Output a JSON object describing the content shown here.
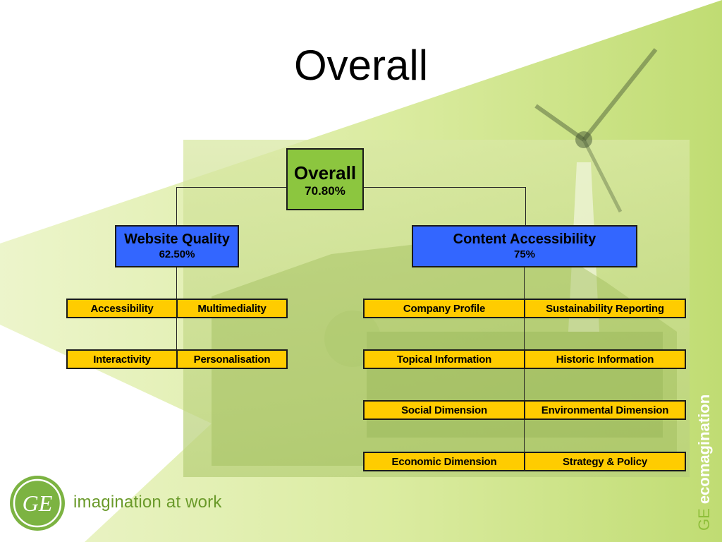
{
  "title": "Overall",
  "root": {
    "label": "Overall",
    "value": "70.80%"
  },
  "branches": [
    {
      "label": "Website Quality",
      "value": "62.50%",
      "items": [
        "Accessibility",
        "Multimediality",
        "Interactivity",
        "Personalisation"
      ]
    },
    {
      "label": "Content Accessibility",
      "value": "75%",
      "items": [
        "Company Profile",
        "Sustainability Reporting",
        "Topical Information",
        "Historic Information",
        "Social Dimension",
        "Environmental Dimension",
        "Economic Dimension",
        "Strategy & Policy"
      ]
    }
  ],
  "footer": {
    "logo_text": "GE",
    "tagline": "imagination at work",
    "brand_prefix": "GE",
    "brand_name": "ecomagination"
  },
  "colors": {
    "root": "#8cc63f",
    "branch": "#3366ff",
    "leaf": "#ffcc00",
    "brand_green": "#8fbf3a"
  }
}
